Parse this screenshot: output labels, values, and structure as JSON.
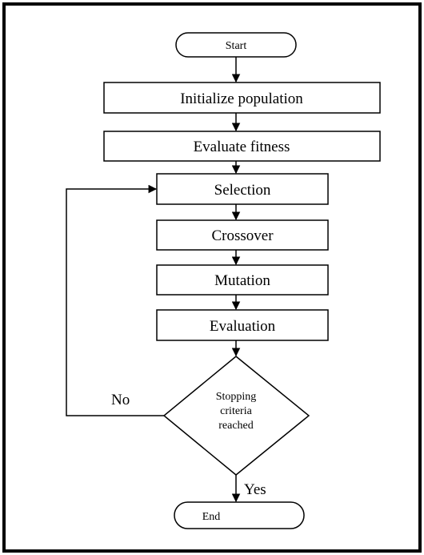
{
  "flowchart": {
    "start": "Start",
    "init": "Initialize population",
    "evaluate_fitness": "Evaluate fitness",
    "selection": "Selection",
    "crossover": "Crossover",
    "mutation": "Mutation",
    "evaluation": "Evaluation",
    "decision": {
      "line1": "Stopping",
      "line2": "criteria",
      "line3": "reached"
    },
    "no_label": "No",
    "yes_label": "Yes",
    "end": "End"
  },
  "colors": {
    "stroke": "#000000",
    "background": "#ffffff"
  }
}
